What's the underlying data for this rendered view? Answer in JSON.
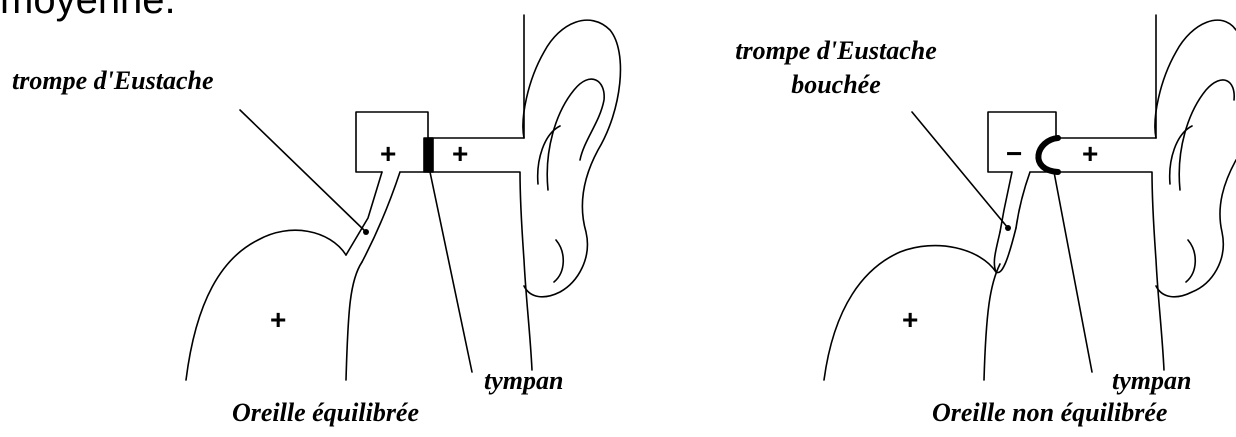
{
  "heading": "moyenne.",
  "left_panel": {
    "tube_label": "trompe d'Eustache",
    "eardrum_label": "tympan",
    "caption": "Oreille équilibrée",
    "sign_middle_ear": "+",
    "sign_ear_canal": "+",
    "sign_throat": "+"
  },
  "right_panel": {
    "tube_label_line1": "trompe d'Eustache",
    "tube_label_line2": "bouchée",
    "eardrum_label": "tympan",
    "caption": "Oreille non équilibrée",
    "sign_middle_ear": "−",
    "sign_ear_canal": "+",
    "sign_throat": "+"
  }
}
